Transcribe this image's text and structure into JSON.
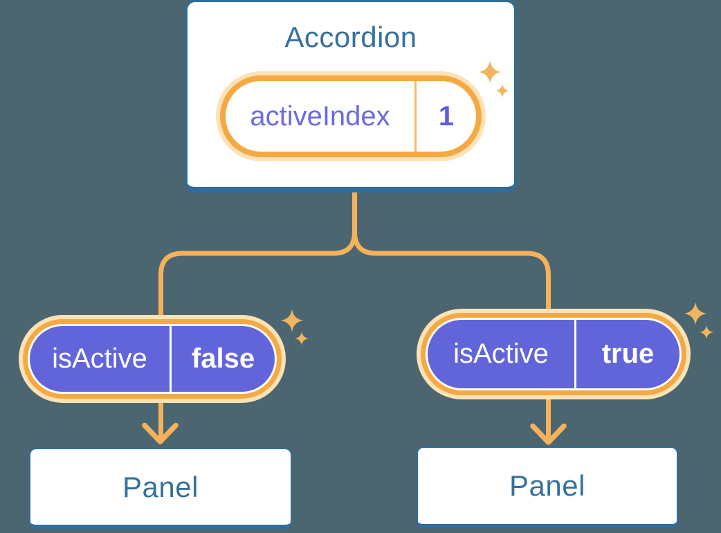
{
  "diagram": {
    "root": {
      "title": "Accordion",
      "state": {
        "label": "activeIndex",
        "value": "1"
      }
    },
    "children": [
      {
        "prop": {
          "label": "isActive",
          "value": "false"
        },
        "panel": {
          "title": "Panel"
        }
      },
      {
        "prop": {
          "label": "isActive",
          "value": "true"
        },
        "panel": {
          "title": "Panel"
        }
      }
    ]
  },
  "icons": {
    "decoration": "sparkle-icon"
  },
  "colors": {
    "background": "#4C6671",
    "card_border_blue": "#2F6D9D",
    "card_text_blue": "#35719E",
    "pill_ring_orange": "#F5A943",
    "pill_glow_cream": "#FBE2B7",
    "connector_orange": "#F5B25A",
    "sparkle_orange": "#F0B55F",
    "pill_purple": "#6265DA",
    "state_label_purple": "#6A6BE0",
    "state_value_purple": "#5C5FD9"
  }
}
